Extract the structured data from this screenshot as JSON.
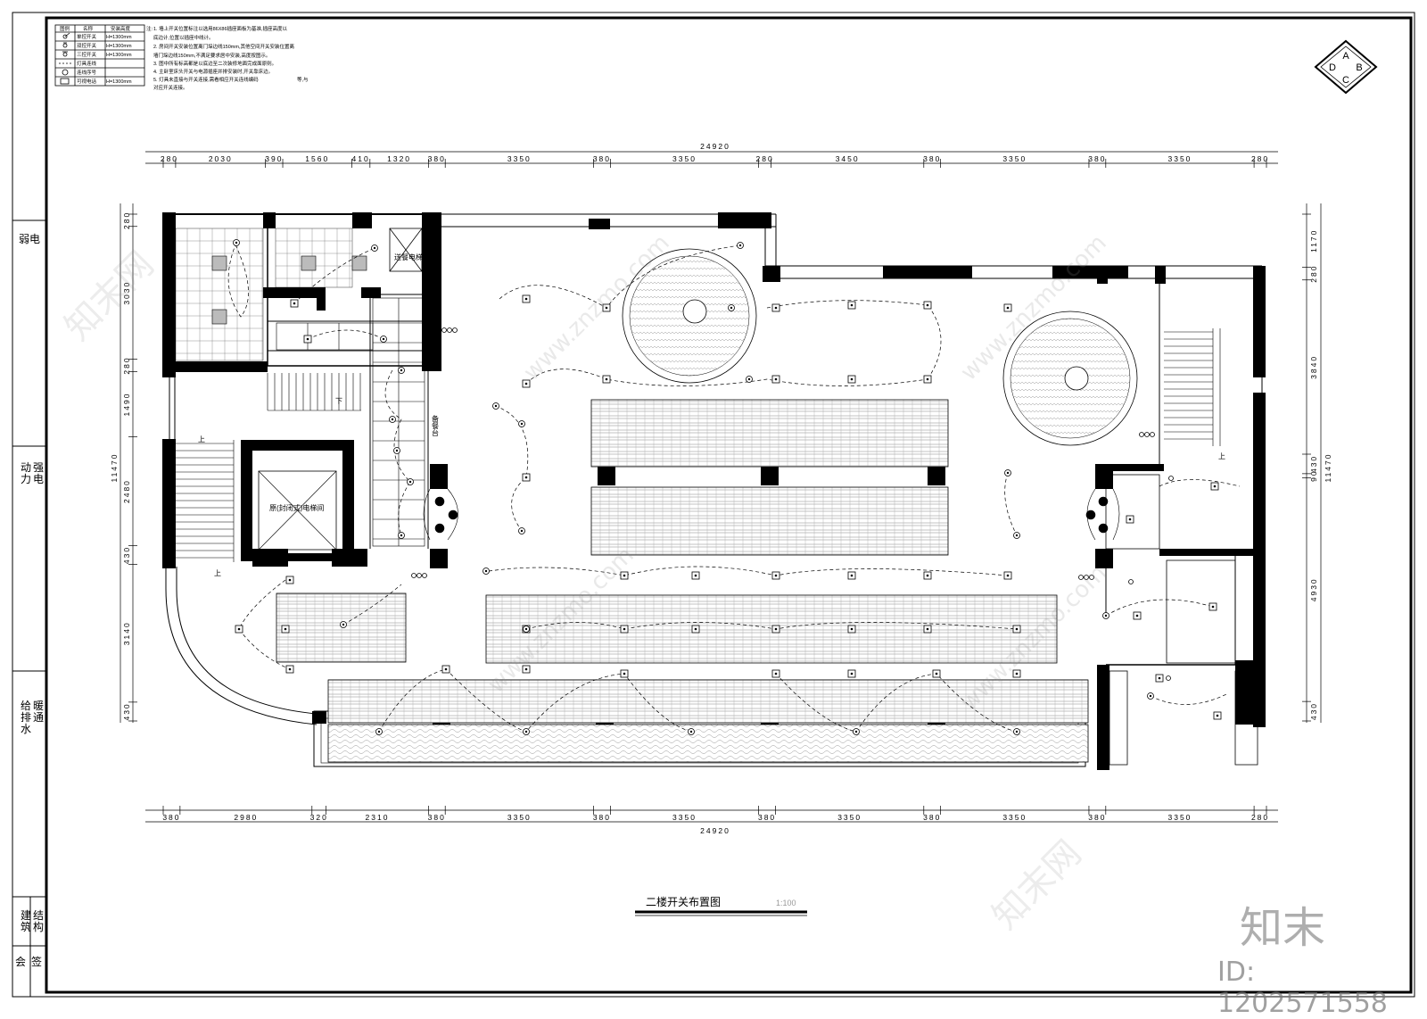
{
  "legend": {
    "headers": [
      "图例",
      "名称",
      "安装高度"
    ],
    "rows": [
      {
        "name": "单控开关",
        "height": "H=1300mm"
      },
      {
        "name": "双控开关",
        "height": "H=1300mm"
      },
      {
        "name": "三控开关",
        "height": "H=1300mm"
      },
      {
        "name": "灯具连线",
        "height": ""
      },
      {
        "name": "连线序号",
        "height": ""
      },
      {
        "name": "可视电话",
        "height": "H=1300mm"
      }
    ]
  },
  "notes": {
    "label": "注:",
    "lines": [
      "1.  墙上开关位置标注以选用86X86插座面板为基准,插座高度以",
      "     底边计,位置以插座中线计。",
      "2.  房间开关安装位置离门垛边线150mm,其他空间开关安装位置离",
      "     墙门垛边线150mm,不满足要求居中安装,高度按图示。",
      "3.  图中所有标高都是以底边至二次装修地面完成面原则。",
      "4.  主卧室床头开关与电源插座并排安装时,开关靠床边。",
      "5.  灯具未直接与开关连接,需看相应开关连线编码",
      "     对应开关连接。"
    ],
    "trail": "等,与"
  },
  "compass": {
    "n": "A",
    "w": "D",
    "e": "B",
    "s": "C"
  },
  "rooms": {
    "dumbwaiter": "送餐电梯",
    "elevator": "原(封闭式)电梯间",
    "service": "备餐台",
    "up1": "上",
    "up2": "上",
    "up3": "上",
    "down": "下"
  },
  "dims": {
    "total": "24920",
    "top": [
      "280",
      "2030",
      "390",
      "1560",
      "410",
      "1320",
      "380",
      "3350",
      "380",
      "3350",
      "280",
      "3450",
      "380",
      "3350",
      "380",
      "3350",
      "280"
    ],
    "bottom": [
      "380",
      "2980",
      "320",
      "2310",
      "380",
      "3350",
      "380",
      "3350",
      "380",
      "3350",
      "380",
      "3350",
      "380",
      "3350",
      "280"
    ],
    "left_total": "11470",
    "left": [
      "280",
      "3030",
      "280",
      "1490",
      "2480",
      "430",
      "3140",
      "430"
    ],
    "right_total": "11470",
    "right": [
      "1170",
      "280",
      "3840",
      "430",
      "90",
      "4930",
      "430"
    ]
  },
  "sidebar": {
    "weak": "弱电",
    "power": "动力",
    "strong": "强电",
    "water": "给排水",
    "hvac": "暖通",
    "arch": "建筑",
    "struct": "结构",
    "sign1": "会",
    "sign2": "签"
  },
  "title": {
    "text": "二楼开关布置图",
    "scale": "1:100"
  },
  "watermark": {
    "brand": "知末",
    "id": "ID: 1202571558",
    "site": "www.znzmo.com",
    "cn": "知末网"
  }
}
